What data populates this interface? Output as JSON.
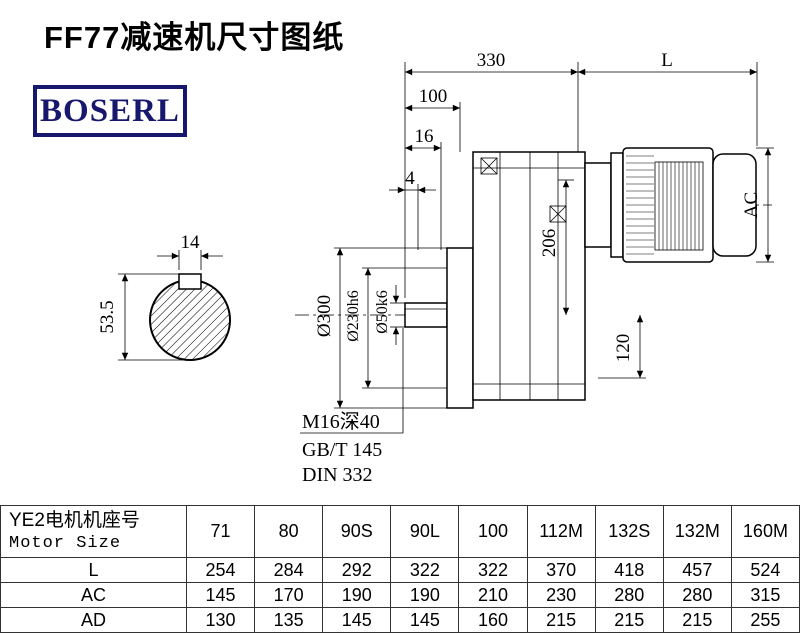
{
  "title": "FF77减速机尺寸图纸",
  "logo": {
    "text": "BOSERL"
  },
  "drawing": {
    "dims": {
      "d330": "330",
      "dL": "L",
      "d100": "100",
      "d16": "16",
      "d4": "4",
      "dAC": "AC",
      "d300": "Ø300",
      "d230": "Ø230h6",
      "d50": "Ø50k6",
      "d206": "206",
      "d120": "120",
      "d14": "14",
      "d535": "53.5"
    },
    "notes": [
      "M16深40",
      "GB/T 145",
      "DIN 332"
    ]
  },
  "table": {
    "header": {
      "line1": "YE2电机机座号",
      "line2": "Motor Size"
    },
    "columns": [
      "71",
      "80",
      "90S",
      "90L",
      "100",
      "112M",
      "132S",
      "132M",
      "160M"
    ],
    "rows": [
      {
        "label": "L",
        "values": [
          "254",
          "284",
          "292",
          "322",
          "322",
          "370",
          "418",
          "457",
          "524"
        ]
      },
      {
        "label": "AC",
        "values": [
          "145",
          "170",
          "190",
          "190",
          "210",
          "230",
          "280",
          "280",
          "315"
        ]
      },
      {
        "label": "AD",
        "values": [
          "130",
          "135",
          "145",
          "145",
          "160",
          "215",
          "215",
          "215",
          "255"
        ]
      }
    ]
  }
}
